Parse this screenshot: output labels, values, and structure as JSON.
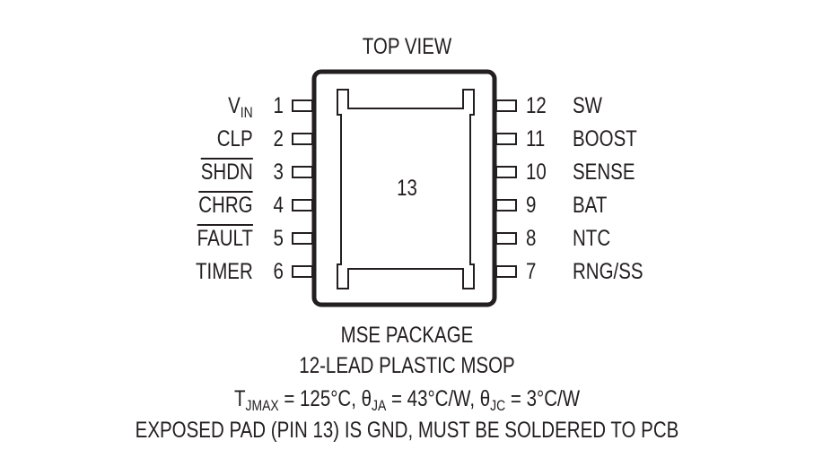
{
  "title": "TOP VIEW",
  "center_pad_label": "13",
  "left_pins": [
    {
      "num": "1",
      "name": "V",
      "sub": "IN",
      "overbar": false
    },
    {
      "num": "2",
      "name": "CLP",
      "sub": "",
      "overbar": false
    },
    {
      "num": "3",
      "name": "SHDN",
      "sub": "",
      "overbar": true
    },
    {
      "num": "4",
      "name": "CHRG",
      "sub": "",
      "overbar": true
    },
    {
      "num": "5",
      "name": "FAULT",
      "sub": "",
      "overbar": true
    },
    {
      "num": "6",
      "name": "TIMER",
      "sub": "",
      "overbar": false
    }
  ],
  "right_pins": [
    {
      "num": "12",
      "name": "SW"
    },
    {
      "num": "11",
      "name": "BOOST"
    },
    {
      "num": "10",
      "name": "SENSE"
    },
    {
      "num": "9",
      "name": "BAT"
    },
    {
      "num": "8",
      "name": "NTC"
    },
    {
      "num": "7",
      "name": "RNG/SS"
    }
  ],
  "package": {
    "line1": "MSE PACKAGE",
    "line2": "12-LEAD PLASTIC MSOP"
  },
  "thermal": {
    "tj_label": "T",
    "tj_sub": "JMAX",
    "tj_value": " = 125°C, ",
    "theta_ja_label": "θ",
    "theta_ja_sub": "JA",
    "theta_ja_value": " = 43°C/W, ",
    "theta_jc_label": "θ",
    "theta_jc_sub": "JC",
    "theta_jc_value": " = 3°C/W"
  },
  "note": "EXPOSED PAD (PIN 13) IS GND, MUST BE SOLDERED TO PCB"
}
